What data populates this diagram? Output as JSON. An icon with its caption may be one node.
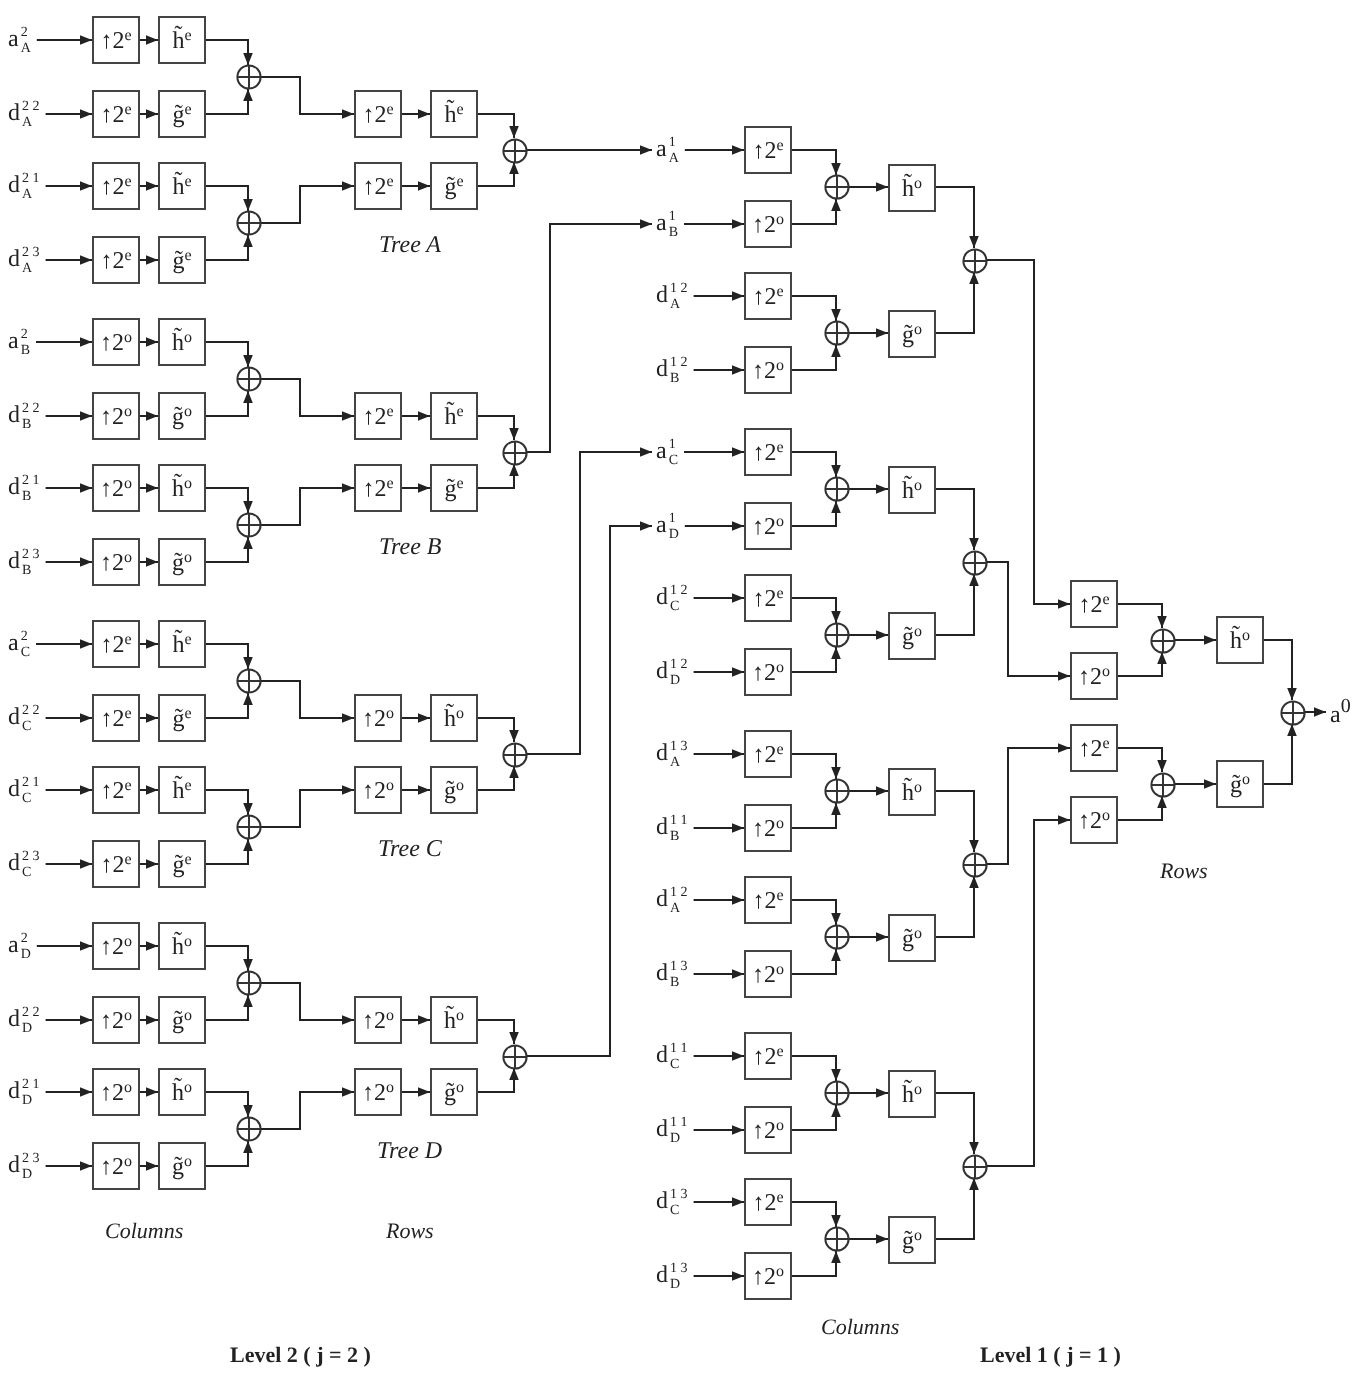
{
  "diagram": {
    "nodes": [
      {
        "text": [
          "a$^{2}$$_{A}$"
        ]
      },
      {
        "text": [
          "d$^{2 2}$$_{A}$"
        ]
      },
      {
        "text": [
          "d$^{2 1}$$_{A}$"
        ]
      },
      {
        "text": [
          "d$^{2 3}$$_{A}$"
        ]
      },
      {
        "text": [
          "↑2$^{e}$"
        ]
      },
      {
        "text": [
          "↑2$^{e}$"
        ]
      },
      {
        "text": [
          "↑2$^{e}$"
        ]
      },
      {
        "text": [
          "↑2$^{e}$"
        ]
      },
      {
        "text": [
          "h̃$^{e}$"
        ]
      },
      {
        "text": [
          "g̃$^{e}$"
        ]
      },
      {
        "text": [
          "h̃$^{e}$"
        ]
      },
      {
        "text": [
          "g̃$^{e}$"
        ]
      },
      {
        "text": [],
        "shape": "circle"
      },
      {
        "text": [],
        "shape": "circle"
      },
      {
        "text": [
          "↑2$^{e}$"
        ]
      },
      {
        "text": [
          "↑2$^{e}$"
        ]
      },
      {
        "text": [
          "h̃$^{e}$"
        ]
      },
      {
        "text": [
          "g̃$^{e}$"
        ]
      },
      {
        "text": [],
        "shape": "circle"
      },
      {
        "text": [
          "a$^{2}$$_{B}$"
        ]
      },
      {
        "text": [
          "d$^{2 2}$$_{B}$"
        ]
      },
      {
        "text": [
          "d$^{2 1}$$_{B}$"
        ]
      },
      {
        "text": [
          "d$^{2 3}$$_{B}$"
        ]
      },
      {
        "text": [
          "↑2$^{o}$"
        ]
      },
      {
        "text": [
          "↑2$^{o}$"
        ]
      },
      {
        "text": [
          "↑2$^{o}$"
        ]
      },
      {
        "text": [
          "↑2$^{o}$"
        ]
      },
      {
        "text": [
          "h̃$^{o}$"
        ]
      },
      {
        "text": [
          "g̃$^{o}$"
        ]
      },
      {
        "text": [
          "h̃$^{o}$"
        ]
      },
      {
        "text": [
          "g̃$^{o}$"
        ]
      },
      {
        "text": [],
        "shape": "circle"
      },
      {
        "text": [],
        "shape": "circle"
      },
      {
        "text": [
          "↑2$^{e}$"
        ]
      },
      {
        "text": [
          "↑2$^{e}$"
        ]
      },
      {
        "text": [
          "h̃$^{e}$"
        ]
      },
      {
        "text": [
          "g̃$^{e}$"
        ]
      },
      {
        "text": [],
        "shape": "circle"
      },
      {
        "text": [
          "a$^{2}$$_{C}$"
        ]
      },
      {
        "text": [
          "d$^{2 2}$$_{C}$"
        ]
      },
      {
        "text": [
          "d$^{2 1}$$_{C}$"
        ]
      },
      {
        "text": [
          "d$^{2 3}$$_{C}$"
        ]
      },
      {
        "text": [
          "↑2$^{e}$"
        ]
      },
      {
        "text": [
          "↑2$^{e}$"
        ]
      },
      {
        "text": [
          "↑2$^{e}$"
        ]
      },
      {
        "text": [
          "↑2$^{e}$"
        ]
      },
      {
        "text": [
          "h̃$^{e}$"
        ]
      },
      {
        "text": [
          "g̃$^{e}$"
        ]
      },
      {
        "text": [
          "h̃$^{e}$"
        ]
      },
      {
        "text": [
          "g̃$^{e}$"
        ]
      },
      {
        "text": [],
        "shape": "circle"
      },
      {
        "text": [],
        "shape": "circle"
      },
      {
        "text": [
          "↑2$^{o}$"
        ]
      },
      {
        "text": [
          "↑2$^{o}$"
        ]
      },
      {
        "text": [
          "h̃$^{o}$"
        ]
      },
      {
        "text": [
          "g̃$^{o}$"
        ]
      },
      {
        "text": [],
        "shape": "circle"
      },
      {
        "text": [
          "a$^{2}$$_{D}$"
        ]
      },
      {
        "text": [
          "d$^{2 2}$$_{D}$"
        ]
      },
      {
        "text": [
          "d$^{2 1}$$_{D}$"
        ]
      },
      {
        "text": [
          "d$^{2 3}$$_{D}$"
        ]
      },
      {
        "text": [
          "↑2$^{o}$"
        ]
      },
      {
        "text": [
          "↑2$^{o}$"
        ]
      },
      {
        "text": [
          "↑2$^{o}$"
        ]
      },
      {
        "text": [
          "↑2$^{o}$"
        ]
      },
      {
        "text": [
          "h̃$^{o}$"
        ]
      },
      {
        "text": [
          "g̃$^{o}$"
        ]
      },
      {
        "text": [
          "h̃$^{o}$"
        ]
      },
      {
        "text": [
          "g̃$^{o}$"
        ]
      },
      {
        "text": [],
        "shape": "circle"
      },
      {
        "text": [],
        "shape": "circle"
      },
      {
        "text": [
          "↑2$^{o}$"
        ]
      },
      {
        "text": [
          "↑2$^{o}$"
        ]
      },
      {
        "text": [
          "h̃$^{o}$"
        ]
      },
      {
        "text": [
          "g̃$^{o}$"
        ]
      },
      {
        "text": [],
        "shape": "circle"
      },
      {
        "text": [
          "a$^{1}$$_{A}$"
        ]
      },
      {
        "text": [
          "a$^{1}$$_{B}$"
        ]
      },
      {
        "text": [
          "d$^{1 2}$$_{A}$"
        ]
      },
      {
        "text": [
          "d$^{1 2}$$_{B}$"
        ]
      },
      {
        "text": [
          "↑2$^{e}$"
        ]
      },
      {
        "text": [
          "↑2$^{o}$"
        ]
      },
      {
        "text": [
          "↑2$^{e}$"
        ]
      },
      {
        "text": [
          "↑2$^{o}$"
        ]
      },
      {
        "text": [],
        "shape": "circle"
      },
      {
        "text": [],
        "shape": "circle"
      },
      {
        "text": [
          "h̃$^{o}$"
        ]
      },
      {
        "text": [
          "g̃$^{o}$"
        ]
      },
      {
        "text": [],
        "shape": "circle"
      },
      {
        "text": [
          "a$^{1}$$_{C}$"
        ]
      },
      {
        "text": [
          "a$^{1}$$_{D}$"
        ]
      },
      {
        "text": [
          "d$^{1 2}$$_{C}$"
        ]
      },
      {
        "text": [
          "d$^{1 2}$$_{D}$"
        ]
      },
      {
        "text": [
          "↑2$^{e}$"
        ]
      },
      {
        "text": [
          "↑2$^{o}$"
        ]
      },
      {
        "text": [
          "↑2$^{e}$"
        ]
      },
      {
        "text": [
          "↑2$^{o}$"
        ]
      },
      {
        "text": [],
        "shape": "circle"
      },
      {
        "text": [],
        "shape": "circle"
      },
      {
        "text": [
          "h̃$^{o}$"
        ]
      },
      {
        "text": [
          "g̃$^{o}$"
        ]
      },
      {
        "text": [],
        "shape": "circle"
      },
      {
        "text": [
          "d$^{1 3}$$_{A}$"
        ]
      },
      {
        "text": [
          "d$^{1 1}$$_{B}$"
        ]
      },
      {
        "text": [
          "d$^{1 2}$$_{A}$"
        ]
      },
      {
        "text": [
          "d$^{1 3}$$_{B}$"
        ]
      },
      {
        "text": [
          "↑2$^{e}$"
        ]
      },
      {
        "text": [
          "↑2$^{o}$"
        ]
      },
      {
        "text": [
          "↑2$^{e}$"
        ]
      },
      {
        "text": [
          "↑2$^{o}$"
        ]
      },
      {
        "text": [],
        "shape": "circle"
      },
      {
        "text": [],
        "shape": "circle"
      },
      {
        "text": [
          "h̃$^{o}$"
        ]
      },
      {
        "text": [
          "g̃$^{o}$"
        ]
      },
      {
        "text": [],
        "shape": "circle"
      },
      {
        "text": [
          "d$^{1 1}$$_{C}$"
        ]
      },
      {
        "text": [
          "d$^{1 1}$$_{D}$"
        ]
      },
      {
        "text": [
          "d$^{1 3}$$_{C}$"
        ]
      },
      {
        "text": [
          "d$^{1 3}$$_{D}$"
        ]
      },
      {
        "text": [
          "↑2$^{e}$"
        ]
      },
      {
        "text": [
          "↑2$^{o}$"
        ]
      },
      {
        "text": [
          "↑2$^{e}$"
        ]
      },
      {
        "text": [
          "↑2$^{o}$"
        ]
      },
      {
        "text": [],
        "shape": "circle"
      },
      {
        "text": [],
        "shape": "circle"
      },
      {
        "text": [
          "h̃$^{o}$"
        ]
      },
      {
        "text": [
          "g̃$^{o}$"
        ]
      },
      {
        "text": [],
        "shape": "circle"
      },
      {
        "text": [
          "↑2$^{e}$"
        ]
      },
      {
        "text": [
          "↑2$^{o}$"
        ]
      },
      {
        "text": [
          "↑2$^{e}$"
        ]
      },
      {
        "text": [
          "↑2$^{o}$"
        ]
      },
      {
        "text": [],
        "shape": "circle"
      },
      {
        "text": [],
        "shape": "circle"
      },
      {
        "text": [
          "h̃$^{o}$"
        ]
      },
      {
        "text": [
          "g̃$^{o}$"
        ]
      },
      {
        "text": [],
        "shape": "circle"
      },
      {
        "text": [
          "a$^{0}$"
        ]
      }
    ],
    "edges": [
      {
        "from": 0,
        "to": 4,
        "arrow": "to"
      },
      {
        "from": 1,
        "to": 5,
        "arrow": "to"
      },
      {
        "from": 2,
        "to": 6,
        "arrow": "to"
      },
      {
        "from": 3,
        "to": 7,
        "arrow": "to"
      },
      {
        "from": 4,
        "to": 8,
        "arrow": "to"
      },
      {
        "from": 5,
        "to": 9,
        "arrow": "to"
      },
      {
        "from": 6,
        "to": 10,
        "arrow": "to"
      },
      {
        "from": 7,
        "to": 11,
        "arrow": "to"
      },
      {
        "from": 8,
        "to": 12,
        "arrow": "to"
      },
      {
        "from": 9,
        "to": 12,
        "arrow": "to"
      },
      {
        "from": 10,
        "to": 13,
        "arrow": "to"
      },
      {
        "from": 11,
        "to": 13,
        "arrow": "to"
      },
      {
        "from": 12,
        "to": 14,
        "arrow": "to"
      },
      {
        "from": 13,
        "to": 15,
        "arrow": "to"
      },
      {
        "from": 14,
        "to": 16,
        "arrow": "to"
      },
      {
        "from": 15,
        "to": 17,
        "arrow": "to"
      },
      {
        "from": 16,
        "to": 18,
        "arrow": "to"
      },
      {
        "from": 17,
        "to": 18,
        "arrow": "to"
      },
      {
        "from": 19,
        "to": 23,
        "arrow": "to"
      },
      {
        "from": 20,
        "to": 24,
        "arrow": "to"
      },
      {
        "from": 21,
        "to": 25,
        "arrow": "to"
      },
      {
        "from": 22,
        "to": 26,
        "arrow": "to"
      },
      {
        "from": 23,
        "to": 27,
        "arrow": "to"
      },
      {
        "from": 24,
        "to": 28,
        "arrow": "to"
      },
      {
        "from": 25,
        "to": 29,
        "arrow": "to"
      },
      {
        "from": 26,
        "to": 30,
        "arrow": "to"
      },
      {
        "from": 27,
        "to": 31,
        "arrow": "to"
      },
      {
        "from": 28,
        "to": 31,
        "arrow": "to"
      },
      {
        "from": 29,
        "to": 32,
        "arrow": "to"
      },
      {
        "from": 30,
        "to": 32,
        "arrow": "to"
      },
      {
        "from": 31,
        "to": 33,
        "arrow": "to"
      },
      {
        "from": 32,
        "to": 34,
        "arrow": "to"
      },
      {
        "from": 33,
        "to": 35,
        "arrow": "to"
      },
      {
        "from": 34,
        "to": 36,
        "arrow": "to"
      },
      {
        "from": 35,
        "to": 37,
        "arrow": "to"
      },
      {
        "from": 36,
        "to": 37,
        "arrow": "to"
      },
      {
        "from": 38,
        "to": 42,
        "arrow": "to"
      },
      {
        "from": 39,
        "to": 43,
        "arrow": "to"
      },
      {
        "from": 40,
        "to": 44,
        "arrow": "to"
      },
      {
        "from": 41,
        "to": 45,
        "arrow": "to"
      },
      {
        "from": 42,
        "to": 46,
        "arrow": "to"
      },
      {
        "from": 43,
        "to": 47,
        "arrow": "to"
      },
      {
        "from": 44,
        "to": 48,
        "arrow": "to"
      },
      {
        "from": 45,
        "to": 49,
        "arrow": "to"
      },
      {
        "from": 46,
        "to": 50,
        "arrow": "to"
      },
      {
        "from": 47,
        "to": 50,
        "arrow": "to"
      },
      {
        "from": 48,
        "to": 51,
        "arrow": "to"
      },
      {
        "from": 49,
        "to": 51,
        "arrow": "to"
      },
      {
        "from": 50,
        "to": 52,
        "arrow": "to"
      },
      {
        "from": 51,
        "to": 53,
        "arrow": "to"
      },
      {
        "from": 52,
        "to": 54,
        "arrow": "to"
      },
      {
        "from": 53,
        "to": 55,
        "arrow": "to"
      },
      {
        "from": 54,
        "to": 56,
        "arrow": "to"
      },
      {
        "from": 55,
        "to": 56,
        "arrow": "to"
      },
      {
        "from": 57,
        "to": 61,
        "arrow": "to"
      },
      {
        "from": 58,
        "to": 62,
        "arrow": "to"
      },
      {
        "from": 59,
        "to": 63,
        "arrow": "to"
      },
      {
        "from": 60,
        "to": 64,
        "arrow": "to"
      },
      {
        "from": 61,
        "to": 65,
        "arrow": "to"
      },
      {
        "from": 62,
        "to": 66,
        "arrow": "to"
      },
      {
        "from": 63,
        "to": 67,
        "arrow": "to"
      },
      {
        "from": 64,
        "to": 68,
        "arrow": "to"
      },
      {
        "from": 65,
        "to": 69,
        "arrow": "to"
      },
      {
        "from": 66,
        "to": 69,
        "arrow": "to"
      },
      {
        "from": 67,
        "to": 70,
        "arrow": "to"
      },
      {
        "from": 68,
        "to": 70,
        "arrow": "to"
      },
      {
        "from": 69,
        "to": 71,
        "arrow": "to"
      },
      {
        "from": 70,
        "to": 72,
        "arrow": "to"
      },
      {
        "from": 71,
        "to": 73,
        "arrow": "to"
      },
      {
        "from": 72,
        "to": 74,
        "arrow": "to"
      },
      {
        "from": 73,
        "to": 75,
        "arrow": "to"
      },
      {
        "from": 74,
        "to": 75,
        "arrow": "to"
      },
      {
        "from": 18,
        "to": 76,
        "arrow": "to"
      },
      {
        "from": 37,
        "to": 77,
        "arrow": "to"
      },
      {
        "from": 56,
        "to": 89,
        "arrow": "to"
      },
      {
        "from": 75,
        "to": 90,
        "arrow": "to"
      },
      {
        "from": 76,
        "to": 80,
        "arrow": "to"
      },
      {
        "from": 77,
        "to": 81,
        "arrow": "to"
      },
      {
        "from": 78,
        "to": 82,
        "arrow": "to"
      },
      {
        "from": 79,
        "to": 83,
        "arrow": "to"
      },
      {
        "from": 80,
        "to": 84,
        "arrow": "to"
      },
      {
        "from": 81,
        "to": 84,
        "arrow": "to"
      },
      {
        "from": 82,
        "to": 85,
        "arrow": "to"
      },
      {
        "from": 83,
        "to": 85,
        "arrow": "to"
      },
      {
        "from": 84,
        "to": 86,
        "arrow": "to"
      },
      {
        "from": 85,
        "to": 87,
        "arrow": "to"
      },
      {
        "from": 86,
        "to": 88,
        "arrow": "to"
      },
      {
        "from": 87,
        "to": 88,
        "arrow": "to"
      },
      {
        "from": 89,
        "to": 93,
        "arrow": "to"
      },
      {
        "from": 90,
        "to": 94,
        "arrow": "to"
      },
      {
        "from": 91,
        "to": 95,
        "arrow": "to"
      },
      {
        "from": 92,
        "to": 96,
        "arrow": "to"
      },
      {
        "from": 93,
        "to": 97,
        "arrow": "to"
      },
      {
        "from": 94,
        "to": 97,
        "arrow": "to"
      },
      {
        "from": 95,
        "to": 98,
        "arrow": "to"
      },
      {
        "from": 96,
        "to": 98,
        "arrow": "to"
      },
      {
        "from": 97,
        "to": 99,
        "arrow": "to"
      },
      {
        "from": 98,
        "to": 100,
        "arrow": "to"
      },
      {
        "from": 99,
        "to": 101,
        "arrow": "to"
      },
      {
        "from": 100,
        "to": 101,
        "arrow": "to"
      },
      {
        "from": 102,
        "to": 106,
        "arrow": "to"
      },
      {
        "from": 103,
        "to": 107,
        "arrow": "to"
      },
      {
        "from": 104,
        "to": 108,
        "arrow": "to"
      },
      {
        "from": 105,
        "to": 109,
        "arrow": "to"
      },
      {
        "from": 106,
        "to": 110,
        "arrow": "to"
      },
      {
        "from": 107,
        "to": 110,
        "arrow": "to"
      },
      {
        "from": 108,
        "to": 111,
        "arrow": "to"
      },
      {
        "from": 109,
        "to": 111,
        "arrow": "to"
      },
      {
        "from": 110,
        "to": 112,
        "arrow": "to"
      },
      {
        "from": 111,
        "to": 113,
        "arrow": "to"
      },
      {
        "from": 112,
        "to": 114,
        "arrow": "to"
      },
      {
        "from": 113,
        "to": 114,
        "arrow": "to"
      },
      {
        "from": 115,
        "to": 119,
        "arrow": "to"
      },
      {
        "from": 116,
        "to": 120,
        "arrow": "to"
      },
      {
        "from": 117,
        "to": 121,
        "arrow": "to"
      },
      {
        "from": 118,
        "to": 122,
        "arrow": "to"
      },
      {
        "from": 119,
        "to": 123,
        "arrow": "to"
      },
      {
        "from": 120,
        "to": 123,
        "arrow": "to"
      },
      {
        "from": 121,
        "to": 124,
        "arrow": "to"
      },
      {
        "from": 122,
        "to": 124,
        "arrow": "to"
      },
      {
        "from": 123,
        "to": 125,
        "arrow": "to"
      },
      {
        "from": 124,
        "to": 126,
        "arrow": "to"
      },
      {
        "from": 125,
        "to": 127,
        "arrow": "to"
      },
      {
        "from": 126,
        "to": 127,
        "arrow": "to"
      },
      {
        "from": 88,
        "to": 128,
        "arrow": "to"
      },
      {
        "from": 101,
        "to": 129,
        "arrow": "to"
      },
      {
        "from": 114,
        "to": 130,
        "arrow": "to"
      },
      {
        "from": 127,
        "to": 131,
        "arrow": "to"
      },
      {
        "from": 128,
        "to": 132,
        "arrow": "to"
      },
      {
        "from": 129,
        "to": 132,
        "arrow": "to"
      },
      {
        "from": 130,
        "to": 133,
        "arrow": "to"
      },
      {
        "from": 131,
        "to": 133,
        "arrow": "to"
      },
      {
        "from": 132,
        "to": 134,
        "arrow": "to"
      },
      {
        "from": 133,
        "to": 135,
        "arrow": "to"
      },
      {
        "from": 134,
        "to": 136,
        "arrow": "to"
      },
      {
        "from": 135,
        "to": 136,
        "arrow": "to"
      },
      {
        "from": 136,
        "to": 137,
        "arrow": "to"
      }
    ],
    "labels": [
      "Tree A",
      "Tree B",
      "Tree C",
      "Rows",
      "Tree D",
      "Columns",
      "Rows",
      "Columns",
      "Level 2 ( j = 2 )",
      "Level 1 ( j = 1 )"
    ]
  }
}
